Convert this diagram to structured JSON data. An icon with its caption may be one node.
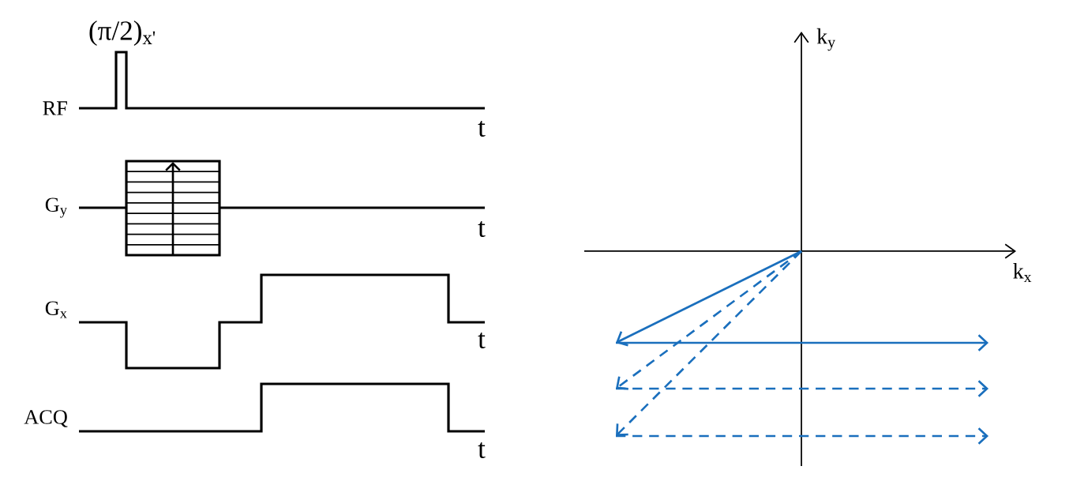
{
  "diagram": {
    "labels": [
      "(π/2)$_{x'}$",
      "k$_{y}$",
      "RF",
      "t",
      "G$_{y}$",
      "t",
      "k$_{x}$",
      "G$_{x}$",
      "t",
      "ACQ",
      "t"
    ]
  }
}
